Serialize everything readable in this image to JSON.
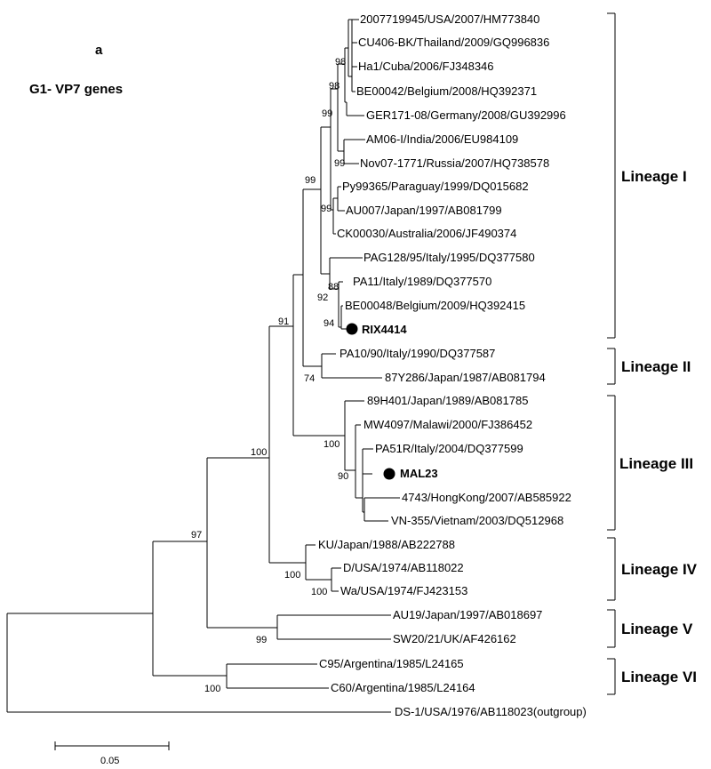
{
  "panel_label": "a",
  "title": "G1- VP7 genes",
  "scale_bar": {
    "label": "0.05"
  },
  "taxa": [
    {
      "id": "t1",
      "label": "2007719945/USA/2007/HM773840"
    },
    {
      "id": "t2",
      "label": "CU406-BK/Thailand/2009/GQ996836"
    },
    {
      "id": "t3",
      "label": "Ha1/Cuba/2006/FJ348346"
    },
    {
      "id": "t4",
      "label": "BE00042/Belgium/2008/HQ392371"
    },
    {
      "id": "t5",
      "label": "GER171-08/Germany/2008/GU392996"
    },
    {
      "id": "t6",
      "label": "AM06-I/India/2006/EU984109"
    },
    {
      "id": "t7",
      "label": "Nov07-1771/Russia/2007/HQ738578"
    },
    {
      "id": "t8",
      "label": "Py99365/Paraguay/1999/DQ015682"
    },
    {
      "id": "t9",
      "label": "AU007/Japan/1997/AB081799"
    },
    {
      "id": "t10",
      "label": "CK00030/Australia/2006/JF490374"
    },
    {
      "id": "t11",
      "label": "PAG128/95/Italy/1995/DQ377580"
    },
    {
      "id": "t12",
      "label": "PA11/Italy/1989/DQ377570"
    },
    {
      "id": "t13",
      "label": "BE00048/Belgium/2009/HQ392415"
    },
    {
      "id": "t14",
      "label": "RIX4414",
      "highlight": true
    },
    {
      "id": "t15",
      "label": "PA10/90/Italy/1990/DQ377587"
    },
    {
      "id": "t16",
      "label": "87Y286/Japan/1987/AB081794"
    },
    {
      "id": "t17",
      "label": "89H401/Japan/1989/AB081785"
    },
    {
      "id": "t18",
      "label": "MW4097/Malawi/2000/FJ386452"
    },
    {
      "id": "t19",
      "label": "PA51R/Italy/2004/DQ377599"
    },
    {
      "id": "t20",
      "label": "MAL23",
      "highlight": true
    },
    {
      "id": "t21",
      "label": "4743/HongKong/2007/AB585922"
    },
    {
      "id": "t22",
      "label": "VN-355/Vietnam/2003/DQ512968"
    },
    {
      "id": "t23",
      "label": "KU/Japan/1988/AB222788"
    },
    {
      "id": "t24",
      "label": "D/USA/1974/AB118022"
    },
    {
      "id": "t25",
      "label": "Wa/USA/1974/FJ423153"
    },
    {
      "id": "t26",
      "label": "AU19/Japan/1997/AB018697"
    },
    {
      "id": "t27",
      "label": "SW20/21/UK/AF426162"
    },
    {
      "id": "t28",
      "label": "C95/Argentina/1985/L24165"
    },
    {
      "id": "t29",
      "label": "C60/Argentina/1985/L24164"
    },
    {
      "id": "t30",
      "label": "DS-1/USA/1976/AB118023(outgroup)"
    }
  ],
  "bootstrap": [
    {
      "id": "b1",
      "value": "98"
    },
    {
      "id": "b2",
      "value": "98"
    },
    {
      "id": "b3",
      "value": "99"
    },
    {
      "id": "b4",
      "value": "99"
    },
    {
      "id": "b5",
      "value": "99"
    },
    {
      "id": "b6",
      "value": "99"
    },
    {
      "id": "b7",
      "value": "88"
    },
    {
      "id": "b8",
      "value": "92"
    },
    {
      "id": "b9",
      "value": "94"
    },
    {
      "id": "b10",
      "value": "91"
    },
    {
      "id": "b11",
      "value": "74"
    },
    {
      "id": "b12",
      "value": "100"
    },
    {
      "id": "b13",
      "value": "90"
    },
    {
      "id": "b14",
      "value": "100"
    },
    {
      "id": "b15",
      "value": "97"
    },
    {
      "id": "b16",
      "value": "100"
    },
    {
      "id": "b17",
      "value": "100"
    },
    {
      "id": "b18",
      "value": "99"
    },
    {
      "id": "b19",
      "value": "100"
    }
  ],
  "lineages": [
    {
      "id": "L1",
      "label": "Lineage I"
    },
    {
      "id": "L2",
      "label": "Lineage II"
    },
    {
      "id": "L3",
      "label": "Lineage III"
    },
    {
      "id": "L4",
      "label": "Lineage IV"
    },
    {
      "id": "L5",
      "label": "Lineage V"
    },
    {
      "id": "L6",
      "label": "Lineage VI"
    }
  ]
}
